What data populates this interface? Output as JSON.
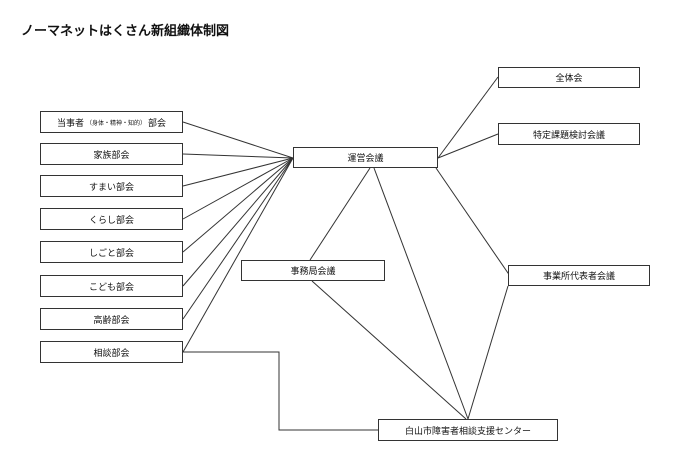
{
  "title": "ノーマネットはくさん新組織体制図",
  "nodes": {
    "zentaikai": "全体会",
    "tokutei": "特定課題検討会議",
    "unei": "運営会議",
    "jimukyoku": "事務局会議",
    "jigyosho": "事業所代表者会議",
    "center": "白山市障害者相談支援センター",
    "toujisha": {
      "main": "当事者",
      "sub": "（身体・精神・知的）",
      "tail": "部会"
    },
    "kazoku": "家族部会",
    "sumai": "すまい部会",
    "kurashi": "くらし部会",
    "shigoto": "しごと部会",
    "kodomo": "こども部会",
    "koureibu": "高齢部会",
    "soudan": "相談部会"
  }
}
